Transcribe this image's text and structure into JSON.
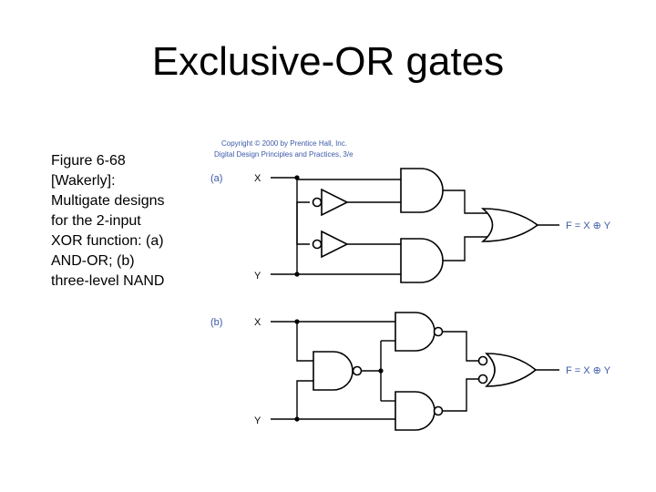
{
  "slide": {
    "title": "Exclusive-OR gates",
    "caption_lines": [
      "Figure 6-68",
      "[Wakerly]:",
      "Multigate designs",
      "for the 2-input",
      "XOR function: (a)",
      "AND-OR; (b)",
      "three-level NAND"
    ]
  },
  "figure": {
    "copyright_line1": "Copyright © 2000 by Prentice Hall, Inc.",
    "copyright_line2": "Digital Design Principles and Practices, 3/e",
    "part_a": {
      "label": "(a)",
      "input_x": "X",
      "input_y": "Y",
      "output": "F = X ⊕ Y"
    },
    "part_b": {
      "label": "(b)",
      "input_x": "X",
      "input_y": "Y",
      "output": "F = X ⊕ Y"
    }
  },
  "colors": {
    "accent": "#3d5aa8",
    "ink": "#000000",
    "background": "#ffffff"
  }
}
